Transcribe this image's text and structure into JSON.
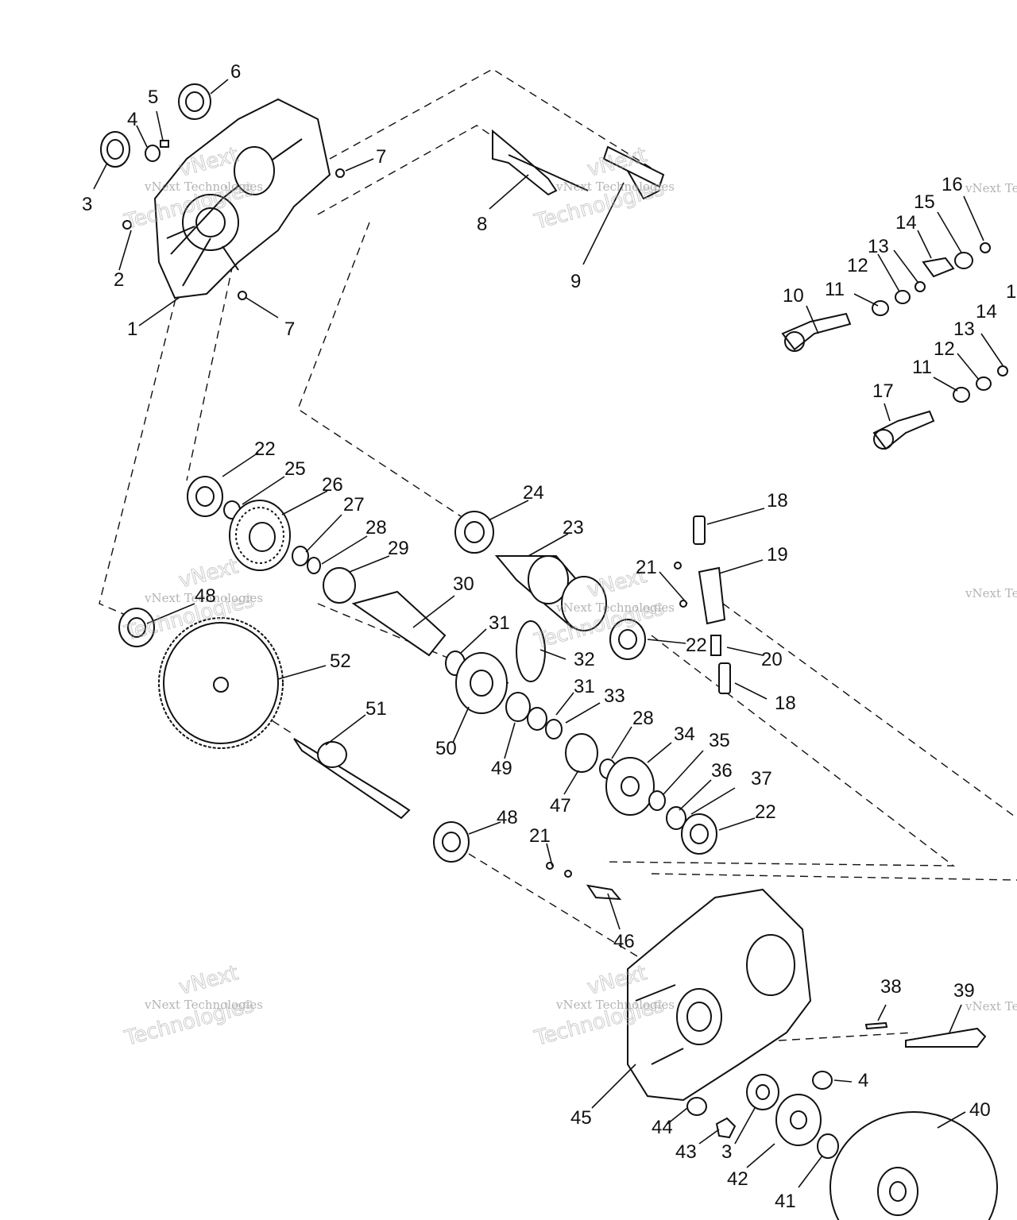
{
  "diagram": {
    "callouts": [
      "1",
      "2",
      "3",
      "4",
      "5",
      "6",
      "7",
      "7",
      "8",
      "9",
      "10",
      "11",
      "12",
      "13",
      "14",
      "15",
      "16",
      "11",
      "12",
      "13",
      "14",
      "1",
      "17",
      "18",
      "19",
      "20",
      "21",
      "22",
      "18",
      "22",
      "25",
      "26",
      "27",
      "28",
      "29",
      "24",
      "23",
      "30",
      "31",
      "32",
      "48",
      "52",
      "51",
      "31",
      "33",
      "50",
      "49",
      "28",
      "34",
      "35",
      "36",
      "37",
      "22",
      "47",
      "48",
      "21",
      "46",
      "38",
      "39",
      "4",
      "45",
      "44",
      "43",
      "3",
      "42",
      "41",
      "40"
    ],
    "watermark": {
      "brand": "vNext Technologies",
      "word1": "vNext",
      "word2": "Technologies"
    }
  }
}
